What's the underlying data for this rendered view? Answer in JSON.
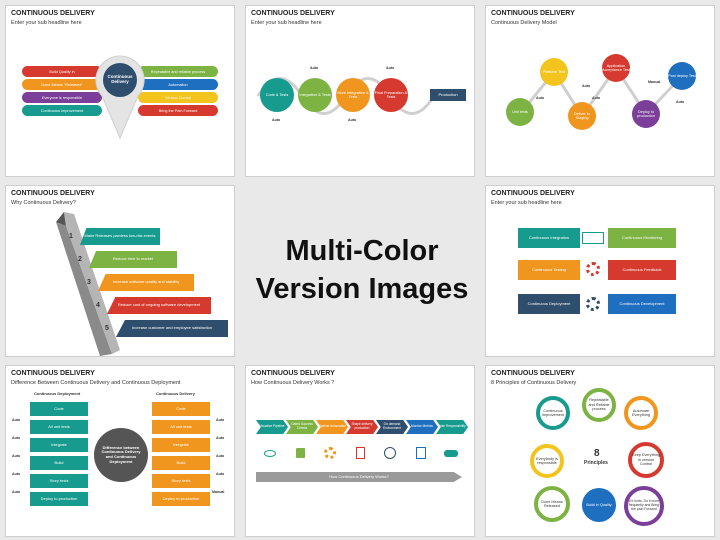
{
  "center": {
    "line1": "Multi-Color",
    "line2": "Version Images"
  },
  "colors": {
    "red": "#d63a2f",
    "orange": "#f0961e",
    "yellow": "#f2c41d",
    "green": "#7cb342",
    "teal": "#179b8e",
    "blue": "#1e6fbf",
    "navy": "#2f4e6d",
    "purple": "#7b3f99",
    "gray": "#9a9a9a"
  },
  "slide1": {
    "title": "CONTINUOUS DELIVERY",
    "subtitle": "Enter your sub headline here",
    "center": "Continuous Delivery",
    "left": [
      "Build Quality in",
      "Done Means \"Released\"",
      "Everyone is responsible",
      "Continuous Improvement"
    ],
    "right": [
      "Repeatable and reliable process",
      "Automation",
      "Version Control",
      "Bring the Pain Forward"
    ]
  },
  "slide2": {
    "title": "CONTINUOUS DELIVERY",
    "subtitle": "Enter your sub headline here",
    "steps": [
      "Code & Tests",
      "Integration & Tests",
      "More Integration & Tests",
      "Final Preparation & Tests"
    ],
    "auto": "Auto",
    "end": "Production"
  },
  "slide3": {
    "title": "CONTINUOUS DELIVERY",
    "subtitle": "Continuous Delivery Model",
    "nodes": [
      "Unit tests",
      "Platform Test",
      "Deliver to Staging",
      "Application Acceptance Test",
      "Deploy to production",
      "Post deploy Test"
    ],
    "labels": [
      "Auto",
      "Auto",
      "Auto",
      "Manual",
      "Auto"
    ]
  },
  "slide4": {
    "title": "CONTINUOUS DELIVERY",
    "subtitle": "Why Continuous Delivery?",
    "numbers": [
      "1",
      "2",
      "3",
      "4",
      "5"
    ],
    "items": [
      "Make Releases painless low-risk events",
      "Reduce time to market",
      "Increase software quality and stability",
      "Reduce cost of ongoing software development",
      "Increase customer and employee satisfaction"
    ]
  },
  "slide5": {
    "title": "CONTINUOUS DELIVERY",
    "subtitle": "Enter your sub headline here",
    "left": [
      "Continuous Integration",
      "Continuous Testing",
      "Continuous Deployment"
    ],
    "right": [
      "Continuous Monitoring",
      "Continuous Feedback",
      "Continuous Development"
    ]
  },
  "slide6": {
    "title": "CONTINUOUS DELIVERY",
    "subtitle": "Difference Between Continuous Delivery and Continuous Deployment",
    "left_head": "Continuous Deployment",
    "right_head": "Continuous Delivery",
    "items": [
      "Code",
      "All unit tests",
      "Integrate",
      "Build",
      "Story tests",
      "Deploy to production"
    ],
    "center": "Difference between Continuous Delivery and Continuous Deployment",
    "left_labels": [
      "Auto",
      "Auto",
      "Auto",
      "Auto",
      "Auto"
    ],
    "right_labels": [
      "Auto",
      "Auto",
      "Auto",
      "Auto",
      "Manual"
    ]
  },
  "slide7": {
    "title": "CONTINUOUS DELIVERY",
    "subtitle": "How Continuous Delivery Works ?",
    "arrows": [
      "Visualize Pipeline",
      "Gated Success Criteria",
      "Pipeline Automation",
      "Shape delivery production",
      "On demand Environment",
      "Monitor Metrics",
      "Take Responsibility"
    ],
    "bar": "How Continuous Delivery Works?"
  },
  "slide8": {
    "title": "CONTINUOUS DELIVERY",
    "subtitle": "8 Principles of Continuous Delivery",
    "center_num": "8",
    "center_text": "Principles",
    "items": [
      "Continuous Improvement",
      "Repeatable and Reliable process",
      "Automate Everything",
      "Keep Everything in version Control",
      "If it hurts, Do it more frequently and Bring the pain Forward",
      "Build in Quality",
      "Done Means Released",
      "Everybody is responsible"
    ]
  }
}
